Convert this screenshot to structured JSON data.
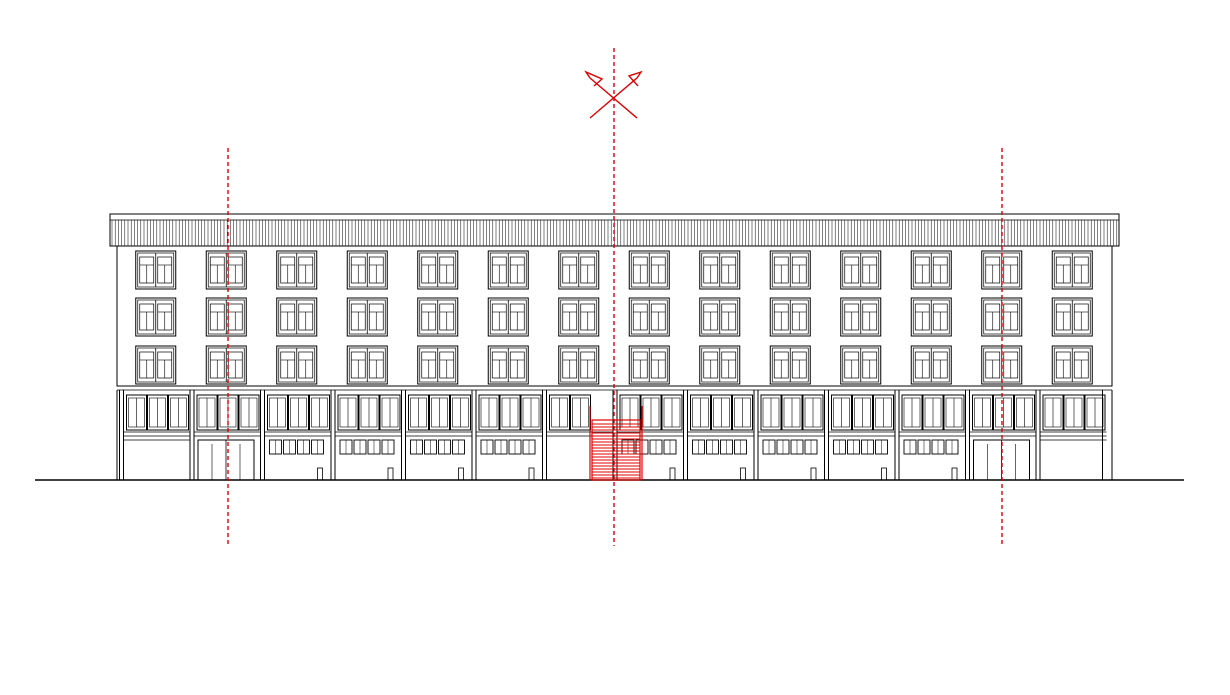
{
  "drawing": {
    "type": "building-elevation",
    "colors": {
      "line": "#000000",
      "annotation": "#e00000",
      "background": "#ffffff"
    },
    "bays": 14,
    "upper_floors": 3,
    "ground_floors": 1,
    "axis_lines": 3,
    "center_symbol": "crossed-flags-icon",
    "entrance_stair": "red-stair-icon"
  }
}
